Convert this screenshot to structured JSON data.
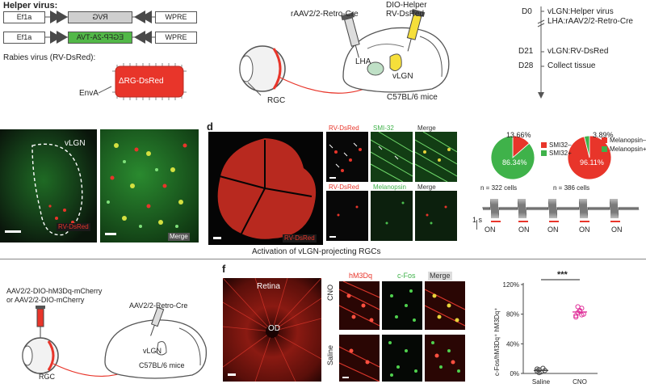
{
  "panel_a": {
    "helper_label": "Helper virus:",
    "row1": {
      "promoter": "Ef1a",
      "gene": "RVG",
      "tail": "WPRE"
    },
    "row2": {
      "promoter": "Ef1a",
      "gene": "EGFP-2A-TVA",
      "tail": "WPRE"
    },
    "rabies_label": "Rabies virus (RV-DsRed):",
    "envelope": "EnvA",
    "core": "ΔRG-DsRed"
  },
  "panel_b": {
    "inj_left": "rAAV2/2-Retro-Cre",
    "inj_right_1": "DIO-Helper",
    "inj_right_2": "RV-DsRed",
    "lha": "LHA",
    "vlgn": "vLGN",
    "rgc": "RGC",
    "mouse": "C57BL/6 mice"
  },
  "timeline": {
    "d0_day": "D0",
    "d0_line1": "vLGN:Helper virus",
    "d0_line2": "LHA:rAAV2/2-Retro-Cre",
    "d21_day": "D21",
    "d21_text": "vLGN:RV-DsRed",
    "d28_day": "D28",
    "d28_text": "Collect tissue"
  },
  "panel_c": {
    "vlgn_label": "vLGN",
    "channel_label": "RV-DsRed",
    "merge_label": "Merge"
  },
  "panel_d": {
    "letter": "d",
    "whole_label": "RV-DsRed",
    "row1": [
      "RV-DsRed",
      "SMI-32",
      "Merge"
    ],
    "row2": [
      "RV-DsRed",
      "Melanopsin",
      "Merge"
    ],
    "pie1_n": "n = 322 cells",
    "pie2_n": "n = 386 cells",
    "legend1": [
      "SMI32–",
      "SMI32+"
    ],
    "legend2": [
      "Melanopsin–",
      "Melanopsin+"
    ],
    "trace_scale": "1 s",
    "on_label": "ON"
  },
  "section_title": "Activation of vLGN-projecting RGCs",
  "panel_e": {
    "virus_line1": "AAV2/2-DIO-hM3Dq-mCherry",
    "virus_line2": "or AAV2/2-DIO-mCherry",
    "retro": "AAV2/2-Retro-Cre",
    "vlgn": "vLGN",
    "rgc": "RGC",
    "mouse": "C57BL/6 mice"
  },
  "panel_f": {
    "letter": "f",
    "retina_label": "Retina",
    "od_label": "OD",
    "col_labels": [
      "hM3Dq",
      "c-Fos",
      "Merge"
    ],
    "row_labels": [
      "CNO",
      "Saline"
    ],
    "sig": "***",
    "ylabel": "c-Fos/hM3Dq⁺ hM3Dq⁺"
  },
  "colors": {
    "red": "#e8352a",
    "green": "#3fb24a",
    "micro_bg": "#0a0a0a",
    "retina_red": "#c8281e",
    "magenta": "#e0339b"
  },
  "chart_data": [
    {
      "type": "pie",
      "labels": [
        "SMI32–",
        "SMI32+"
      ],
      "values": [
        13.66,
        86.34
      ],
      "value_labels": [
        "13.66%",
        "86.34%"
      ],
      "colors": [
        "#e8352a",
        "#3fb24a"
      ],
      "title": "",
      "n_label": "n = 322 cells"
    },
    {
      "type": "pie",
      "labels": [
        "Melanopsin–",
        "Melanopsin+"
      ],
      "values": [
        96.11,
        3.89
      ],
      "value_labels": [
        "96.11%",
        "3.89%"
      ],
      "colors": [
        "#e8352a",
        "#3fb24a"
      ],
      "title": "",
      "n_label": "n = 386 cells"
    },
    {
      "type": "scatter",
      "categories": [
        "Saline",
        "CNO"
      ],
      "series": [
        {
          "name": "Saline",
          "values": [
            3,
            5,
            2,
            7,
            4,
            6,
            1
          ]
        },
        {
          "name": "CNO",
          "values": [
            78,
            82,
            85,
            88,
            80,
            76,
            90,
            84,
            79
          ]
        }
      ],
      "means": [
        4,
        83
      ],
      "ylim": [
        0,
        120
      ],
      "yticks": [
        "0%",
        "40%",
        "80%",
        "120%"
      ],
      "ylabel": "c-Fos/hM3Dq⁺ hM3Dq⁺",
      "significance": "***"
    }
  ]
}
